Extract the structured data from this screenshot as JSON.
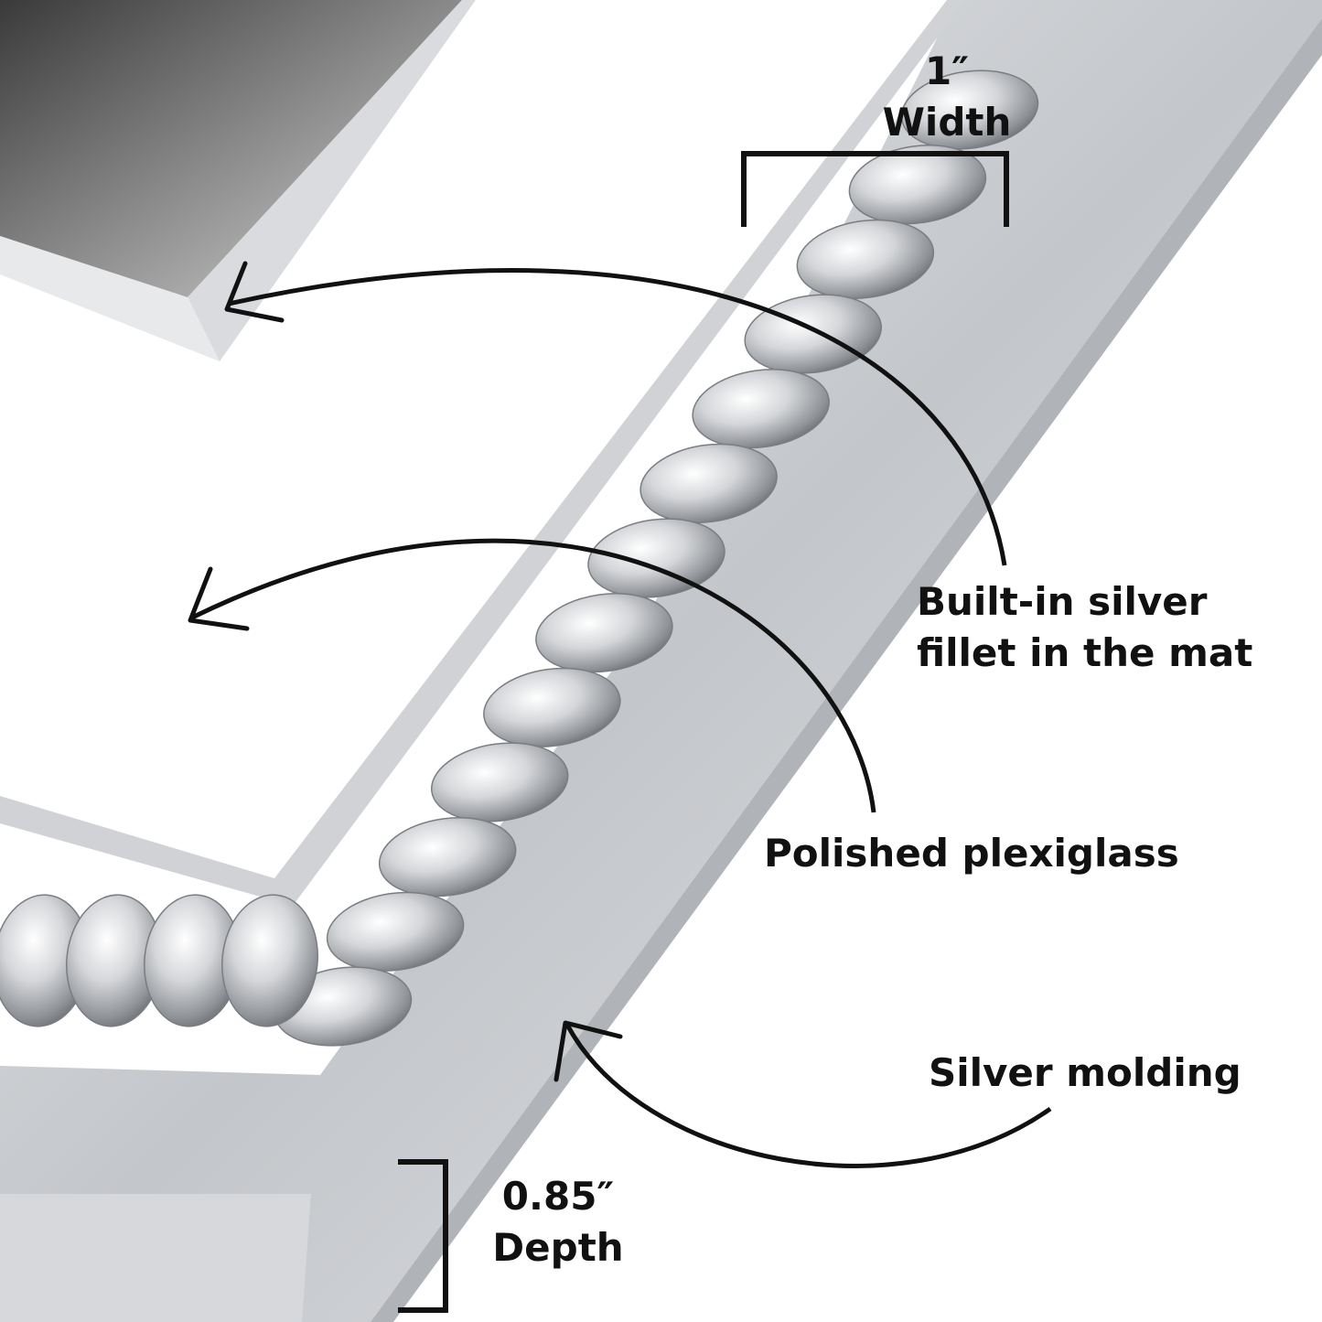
{
  "labels": {
    "width_value": "1″",
    "width_word": "Width",
    "fillet_line1": "Built-in silver",
    "fillet_line2": "fillet in the mat",
    "plexiglass": "Polished plexiglass",
    "molding": "Silver molding",
    "depth_value": "0.85″",
    "depth_word": "Depth"
  },
  "colors": {
    "text": "#111111",
    "arrow": "#111111",
    "silver": "#c4c6c9",
    "mat": "#ffffff"
  }
}
